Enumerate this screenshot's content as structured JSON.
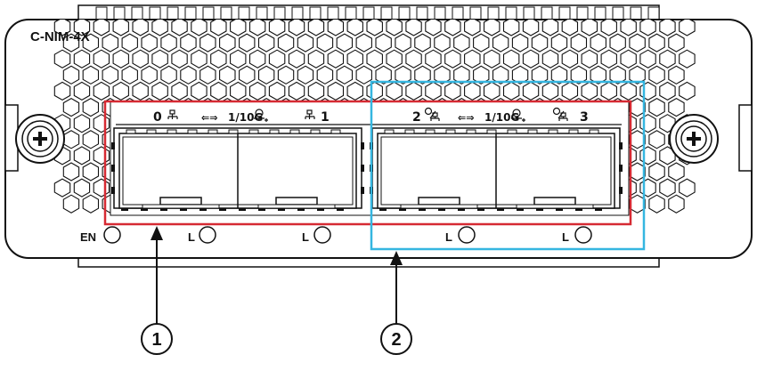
{
  "module": {
    "model": "C-NIM-4X",
    "en_label": "EN",
    "link_label": "L"
  },
  "port_labels": {
    "port0": "0",
    "port1": "1",
    "port2": "2",
    "port3": "3",
    "speed": "1/10G"
  },
  "callouts": [
    {
      "number": "1"
    },
    {
      "number": "2"
    }
  ],
  "colors": {
    "highlight_group_1": "#d62a33",
    "highlight_group_2": "#35b6e0",
    "line": "#111111",
    "panel": "#ffffff"
  }
}
